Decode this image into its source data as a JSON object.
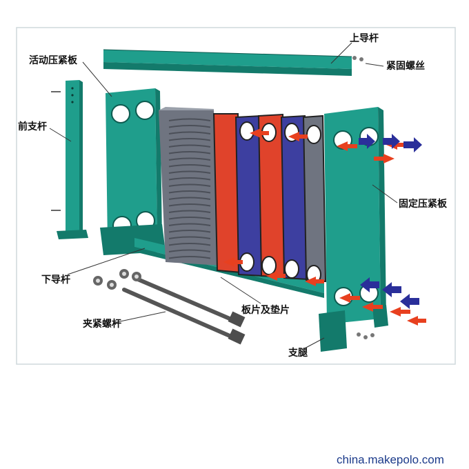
{
  "labels": {
    "upper_guide_bar": "上导杆",
    "fastening_screw": "紧固螺丝",
    "movable_pressure_plate": "活动压紧板",
    "front_support_rod": "前支杆",
    "fixed_pressure_plate": "固定压紧板",
    "lower_guide_bar": "下导杆",
    "plates_and_gaskets": "板片及垫片",
    "clamping_bolt": "夹紧螺杆",
    "support_leg": "支腿"
  },
  "watermark": "china.makepolo.com",
  "colors": {
    "frame_green": "#1f9e8c",
    "frame_dark": "#137a6b",
    "plate_red": "#e0432b",
    "plate_blue": "#3d3fa0",
    "plate_gray": "#6f7480",
    "arrow_red": "#e8401f",
    "arrow_blue": "#2a2f9a",
    "border": "#cfd8dc"
  }
}
